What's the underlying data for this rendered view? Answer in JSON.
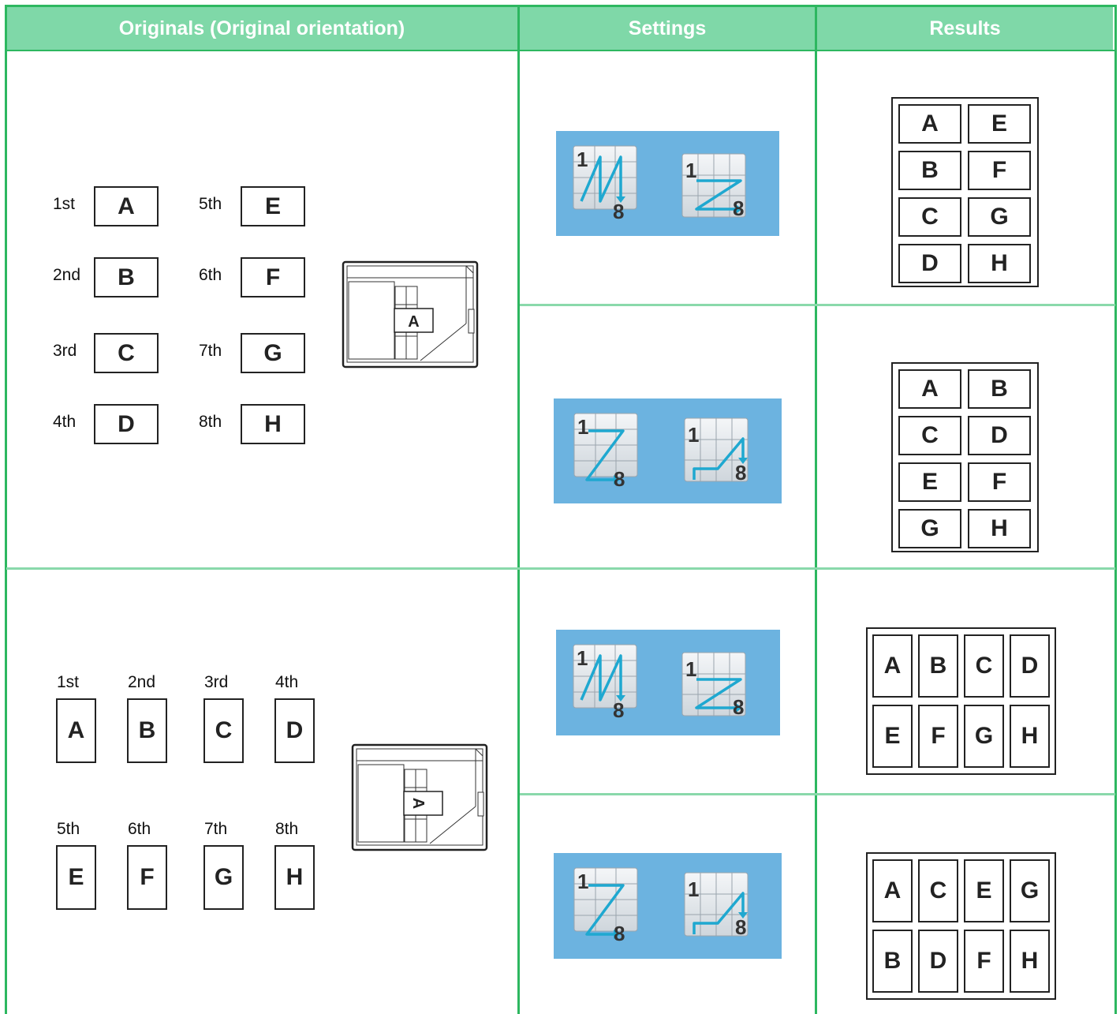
{
  "header": {
    "originals": "Originals (Original orientation)",
    "settings": "Settings",
    "results": "Results"
  },
  "top_originals": [
    {
      "ordinal": "1st",
      "letter": "A"
    },
    {
      "ordinal": "2nd",
      "letter": "B"
    },
    {
      "ordinal": "3rd",
      "letter": "C"
    },
    {
      "ordinal": "4th",
      "letter": "D"
    },
    {
      "ordinal": "5th",
      "letter": "E"
    },
    {
      "ordinal": "6th",
      "letter": "F"
    },
    {
      "ordinal": "7th",
      "letter": "G"
    },
    {
      "ordinal": "8th",
      "letter": "H"
    }
  ],
  "bottom_originals": [
    {
      "ordinal": "1st",
      "letter": "A"
    },
    {
      "ordinal": "2nd",
      "letter": "B"
    },
    {
      "ordinal": "3rd",
      "letter": "C"
    },
    {
      "ordinal": "4th",
      "letter": "D"
    },
    {
      "ordinal": "5th",
      "letter": "E"
    },
    {
      "ordinal": "6th",
      "letter": "F"
    },
    {
      "ordinal": "7th",
      "letter": "G"
    },
    {
      "ordinal": "8th",
      "letter": "H"
    }
  ],
  "scanner_label": "A",
  "layout_icon_labels": {
    "start": "1",
    "end": "8"
  },
  "results": {
    "r1": [
      "A",
      "E",
      "B",
      "F",
      "C",
      "G",
      "D",
      "H"
    ],
    "r2": [
      "A",
      "B",
      "C",
      "D",
      "E",
      "F",
      "G",
      "H"
    ],
    "r3": [
      "A",
      "B",
      "C",
      "D",
      "E",
      "F",
      "G",
      "H"
    ],
    "r4": [
      "A",
      "C",
      "E",
      "G",
      "B",
      "D",
      "F",
      "H"
    ]
  },
  "colors": {
    "header_bg": "#7fd8a8",
    "grid_line": "#2db760",
    "settings_panel": "#6cb3e0",
    "layout_arrow": "#1fa8d0"
  },
  "icons": [
    "scanner-icon",
    "layout-order-icon"
  ]
}
